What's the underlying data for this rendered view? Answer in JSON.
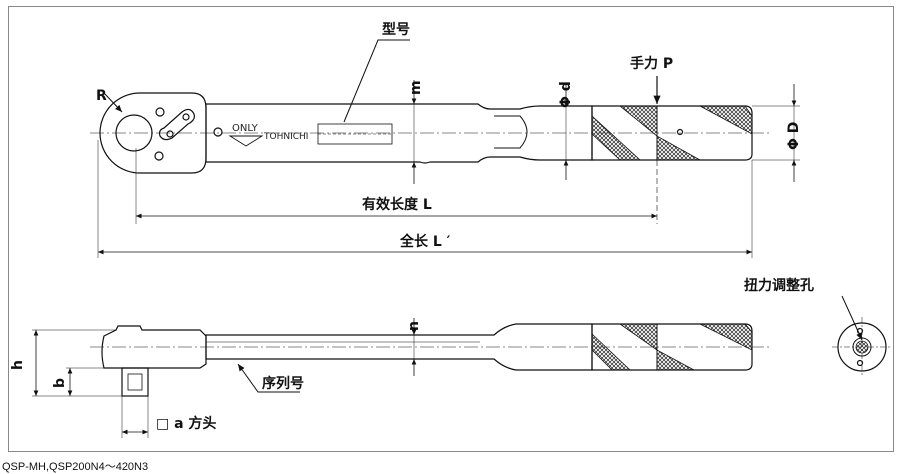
{
  "labels": {
    "model": "型号",
    "hand_force": "手力 P",
    "radius": "R",
    "m": "m",
    "phi_d": "Φ d",
    "phi_D": "Φ D",
    "effective_length": "有效长度 L",
    "total_length": "全长 L ′",
    "torque_adjust_hole": "扭力调整孔",
    "n": "n",
    "h": "h",
    "b": "b",
    "serial_number": "序列号",
    "square_drive": "□ a 方头"
  },
  "engraving": {
    "only": "ONLY",
    "brand": "TOHNICHI"
  },
  "caption": "QSP-MH,QSP200N4～420N3"
}
